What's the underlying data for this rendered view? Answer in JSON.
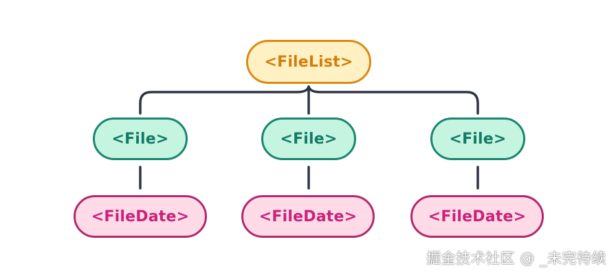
{
  "diagram": {
    "root": {
      "label": "<FileList>"
    },
    "children": [
      {
        "label": "<File>",
        "child": {
          "label": "<FileDate>"
        }
      },
      {
        "label": "<File>",
        "child": {
          "label": "<FileDate>"
        }
      },
      {
        "label": "<File>",
        "child": {
          "label": "<FileDate>"
        }
      }
    ]
  },
  "colors": {
    "connector": "#2b3447",
    "root_fill": "#fff1c4",
    "root_border": "#d98a13",
    "file_fill": "#c5f5e1",
    "file_border": "#19856e",
    "date_fill": "#ffdbe7",
    "date_border": "#b2286b"
  },
  "watermark": {
    "text": "掘金技术社区 @ _未完待续"
  }
}
